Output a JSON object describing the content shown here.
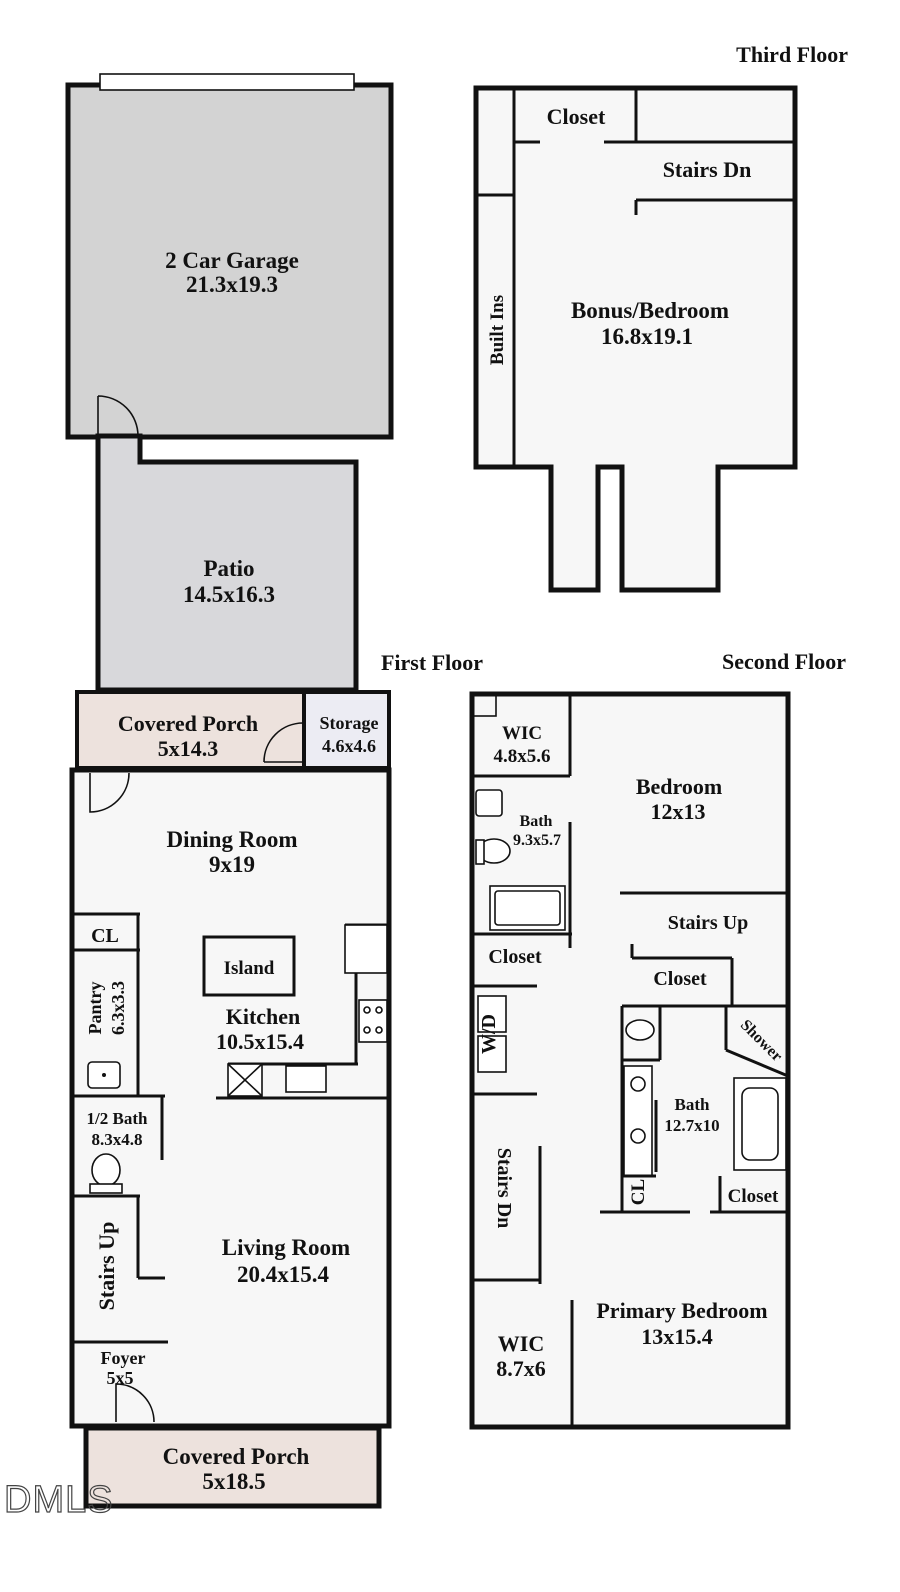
{
  "floors": {
    "third": "Third Floor",
    "first": "First Floor",
    "second": "Second Floor"
  },
  "rooms": {
    "garage": {
      "name": "2 Car Garage",
      "size": "21.3x19.3"
    },
    "patio": {
      "name": "Patio",
      "size": "14.5x16.3"
    },
    "covered_porch_back": {
      "name": "Covered Porch",
      "size": "5x14.3"
    },
    "storage": {
      "name": "Storage",
      "size": "4.6x4.6"
    },
    "dining": {
      "name": "Dining Room",
      "size": "9x19"
    },
    "island": "Island",
    "kitchen": {
      "name": "Kitchen",
      "size": "10.5x15.4"
    },
    "cl_first": "CL",
    "pantry": {
      "name": "Pantry",
      "size": "6.3x3.3"
    },
    "half_bath": {
      "name": "1/2 Bath",
      "size": "8.3x4.8"
    },
    "stairs_up_first": "Stairs Up",
    "living": {
      "name": "Living Room",
      "size": "20.4x15.4"
    },
    "foyer": {
      "name": "Foyer",
      "size": "5x5"
    },
    "covered_porch_front": {
      "name": "Covered Porch",
      "size": "5x18.5"
    },
    "closet_third": "Closet",
    "stairs_dn_third": "Stairs Dn",
    "built_ins": "Built Ins",
    "bonus": {
      "name": "Bonus/Bedroom",
      "size": "16.8x19.1"
    },
    "wic_small": {
      "name": "WIC",
      "size": "4.8x5.6"
    },
    "bedroom": {
      "name": "Bedroom",
      "size": "12x13"
    },
    "bath_small": {
      "name": "Bath",
      "size": "9.3x5.7"
    },
    "stairs_up_second": "Stairs Up",
    "closet_hall": "Closet",
    "closet_linen": "Closet",
    "washer_dryer": "W/D",
    "shower": "Shower",
    "bath_primary": {
      "name": "Bath",
      "size": "12.7x10"
    },
    "cl_bath": "CL",
    "closet_bath": "Closet",
    "stairs_dn_second": "Stairs Dn",
    "primary": {
      "name": "Primary Bedroom",
      "size": "13x15.4"
    },
    "wic_primary": {
      "name": "WIC",
      "size": "8.7x6"
    }
  },
  "watermark": "DMLS",
  "colors": {
    "garage": "#d3d3d3",
    "patio": "#d8d8db",
    "porch": "#ede2dd",
    "storage": "#ececf3",
    "interior": "#f7f7f7",
    "wall": "#111111"
  }
}
